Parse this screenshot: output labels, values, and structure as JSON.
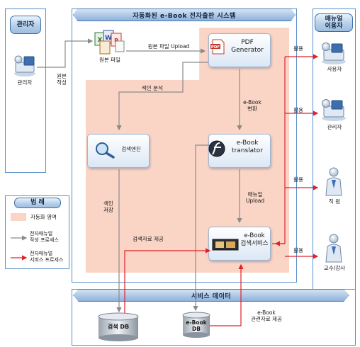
{
  "admin_panel": {
    "title": "관리자",
    "actor_label": "관리자",
    "action_label": "원본\n작성"
  },
  "system": {
    "title": "자동화된 e-Book 전자출판 시스템",
    "source_files_label": "원본 파일",
    "upload_label": "원본 파일 Upload",
    "pdf_generator": "PDF\nGenerator",
    "index_analysis": "색인 분석",
    "ebook_convert": "e-Book\n변환",
    "search_engine": "검색엔진",
    "ebook_translator": "e-Book\ntranslator",
    "index_store": "색인\n저장",
    "manual_upload": "매뉴얼\nUpload",
    "search_data_provide": "검색자료 제공",
    "ebook_search_service": "e-Book\n검색서비스"
  },
  "users_panel": {
    "title": "매뉴얼\n이용자",
    "usage_label": "활용",
    "users": [
      "사용자",
      "관리자",
      "직 원",
      "교수/강사"
    ]
  },
  "legend": {
    "title": "범 례",
    "items": [
      "자동화 영역",
      "전자매뉴얼\n작성 프로세스",
      "전자매뉴얼\n서비스 프로세스"
    ]
  },
  "data_panel": {
    "title": "서비스 데이터",
    "search_db": "검색 DB",
    "ebook_db": "e-Book\nDB",
    "ebook_data_provide": "e-Book\n관련자료 제공"
  },
  "colors": {
    "auto_area": "#fad5c6",
    "process_arrow": "#8a8a8a",
    "service_arrow": "#e0202a",
    "panel_border": "#5a8fc8"
  }
}
